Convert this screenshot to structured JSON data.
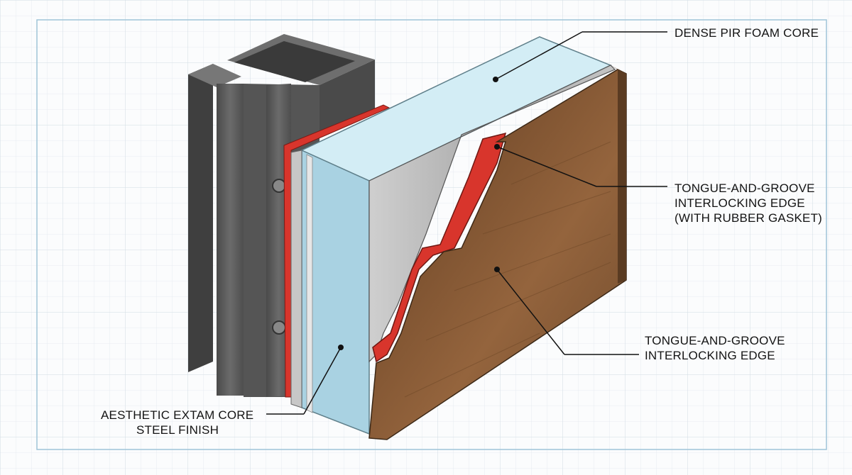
{
  "labels": {
    "foam_core": [
      "DENSE PIR FOAM CORE"
    ],
    "gasket_edge": [
      "TONGUE-AND-GROOVE",
      "INTERLOCKING EDGE",
      "(WITH RUBBER GASKET)"
    ],
    "edge": [
      "TONGUE-AND-GROOVE",
      "INTERLOCKING EDGE"
    ],
    "finish": [
      "AESTHETIC EXTAM CORE",
      "STEEL FINISH"
    ]
  },
  "colors": {
    "foam": "#d3edf5",
    "foam_side": "#a9d2e2",
    "steel": "#b9b9b9",
    "gasket": "#d8352c",
    "wood": "#8a5a35",
    "post": "#5b5b5b"
  }
}
